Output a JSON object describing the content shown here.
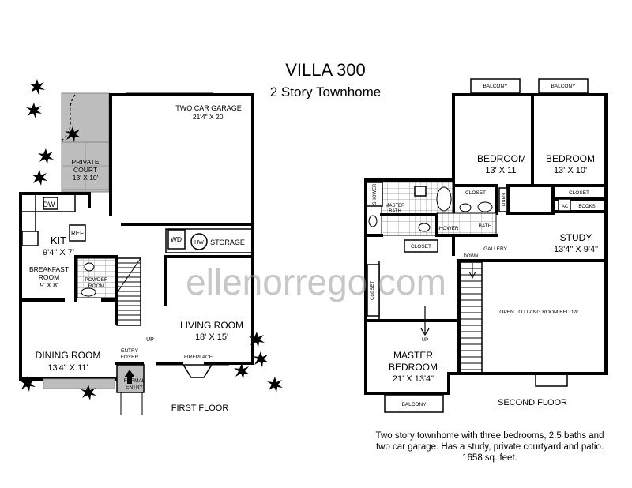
{
  "header": {
    "title": "VILLA 300",
    "subtitle": "2 Story Townhome"
  },
  "watermark": "ellenorrego.com",
  "first_floor": {
    "label": "FIRST FLOOR",
    "garage": {
      "name": "TWO CAR GARAGE",
      "size": "21'4\" X 20'"
    },
    "court": {
      "name": "PRIVATE",
      "name2": "COURT",
      "size": "13' X 10'"
    },
    "kit": {
      "name": "KIT",
      "size": "9'4\" X 7'"
    },
    "dw": "DW",
    "ref": "REF",
    "wd": "WD",
    "hw": "HW",
    "storage": "STORAGE",
    "breakfast": {
      "name": "BREAKFAST",
      "name2": "ROOM",
      "size": "9' X 8'"
    },
    "powder": {
      "name": "POWDER",
      "name2": "ROOM"
    },
    "living": {
      "name": "LIVING ROOM",
      "size": "18' X 15'"
    },
    "up": "UP",
    "dining": {
      "name": "DINING ROOM",
      "size": "13'4\" X 11'"
    },
    "entry": {
      "name": "ENTRY",
      "name2": "FOYER"
    },
    "fireplace": "FIREPLACE",
    "formal": {
      "name": "FORMAL",
      "name2": "ENTRY"
    }
  },
  "second_floor": {
    "label": "SECOND FLOOR",
    "balcony": "BALCONY",
    "bedroom1": {
      "name": "BEDROOM",
      "size": "13' X 11'"
    },
    "bedroom2": {
      "name": "BEDROOM",
      "size": "13' X 10'"
    },
    "closet": "CLOSET",
    "shower": "SHOWER",
    "master_bath": {
      "name": "MASTER",
      "name2": "BATH"
    },
    "linen": "LINEN",
    "bath": "BATH",
    "ac": "AC",
    "books": "BOOKS",
    "study": {
      "name": "STUDY",
      "size": "13'4\" X 9'4\""
    },
    "gallery": "GALLERY",
    "down": "DOWN",
    "up": "UP",
    "open": "OPEN TO LIVING ROOM BELOW",
    "master_bed": {
      "name": "MASTER",
      "name2": "BEDROOM",
      "size": "21' X 13'4\""
    }
  },
  "description": "Two story townhome with three bedrooms, 2.5 baths and two car garage. Has a study, private courtyard and patio. 1658 sq. feet."
}
